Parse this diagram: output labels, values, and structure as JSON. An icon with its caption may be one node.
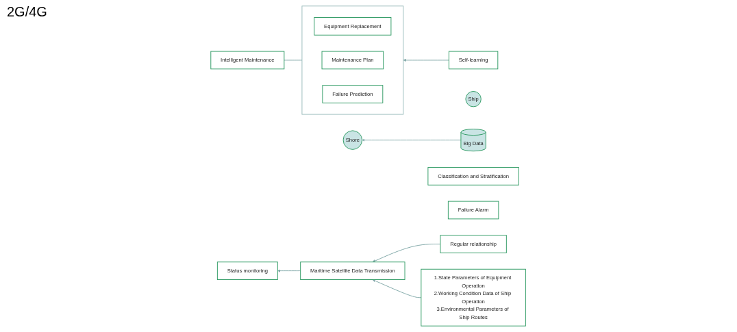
{
  "diagram": {
    "nodes": [
      {
        "text": [],
        "shape": "box"
      },
      {
        "text": [
          "Equipment Replacement"
        ],
        "in": 0
      },
      {
        "text": [
          "Maintenance Plan"
        ],
        "in": 0
      },
      {
        "text": [
          "Failure Prediction"
        ],
        "in": 0
      },
      {
        "text": [
          "Intelligent Maintenance"
        ]
      },
      {
        "text": [
          "Self-learning"
        ]
      },
      {
        "text": [
          "Ship"
        ]
      },
      {
        "text": [
          "Shore"
        ]
      },
      {
        "text": [
          "Maritime Satellite Data Transmission"
        ]
      },
      {
        "text": [
          "Regular relationship"
        ]
      },
      {
        "text": [
          "Classification and Stratification"
        ]
      },
      {
        "text": [
          "Failure Alarm"
        ]
      },
      {
        "text": [
          "Status monitoring"
        ]
      },
      {
        "text": [
          "1.State Parameters of Equipment Operation",
          "2.Working Condition Data of Ship Operation",
          "3.Environmental Parameters of Ship Routes"
        ]
      },
      {
        "text": [
          "Big Data"
        ]
      }
    ],
    "edges": [
      {
        "from": 5,
        "to": 0,
        "arrow": "to"
      },
      {
        "from": 0,
        "to": 4,
        "arrow": "none"
      },
      {
        "from": 9,
        "to": 8,
        "arrow": "to"
      },
      {
        "from": 8,
        "to": 12,
        "arrow": "to"
      },
      {
        "from": 13,
        "to": 8,
        "arrow": "to"
      },
      {
        "from": 14,
        "to": 7,
        "arrow": "to"
      }
    ],
    "labels": [
      "2G/4G"
    ]
  }
}
